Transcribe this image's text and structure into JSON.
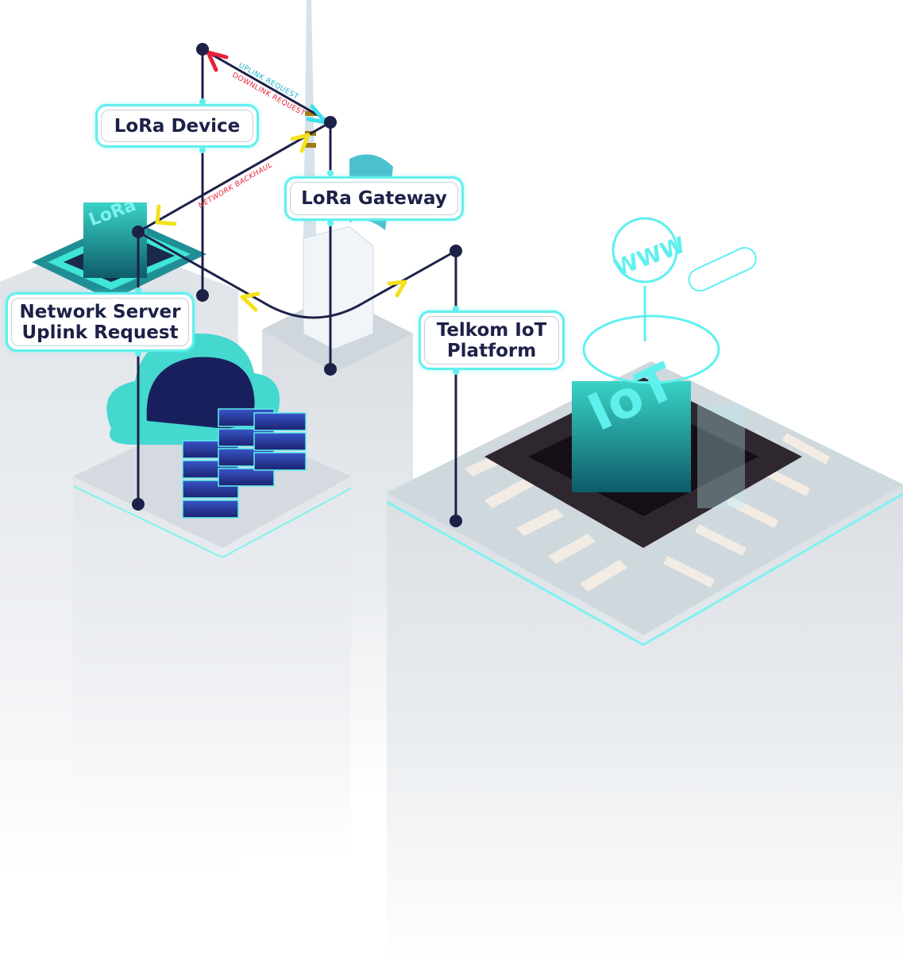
{
  "labels": {
    "lora_device": "LoRa Device",
    "lora_gateway": "LoRa Gateway",
    "network_server": [
      "Network Server",
      "Uplink Request"
    ],
    "telkom_iot": [
      "Telkom IoT",
      "Platform"
    ]
  },
  "link_labels": {
    "uplink": "UPLINK REQUEST",
    "downlink": "DOWNLINK REQUEST",
    "backhaul": "NETWORK BACKHAUL"
  },
  "graphics": {
    "lora_chip_text": "LoRa",
    "www_globe_text": "WWW",
    "iot_chip_text": "IoT"
  },
  "colors": {
    "line": "#1d2147",
    "accent": "#5ff0ee",
    "uplink": "#1ab3c8",
    "downlink": "#e8213a",
    "arrow_yellow": "#f3e21b",
    "teal": "#1fa7a0"
  }
}
